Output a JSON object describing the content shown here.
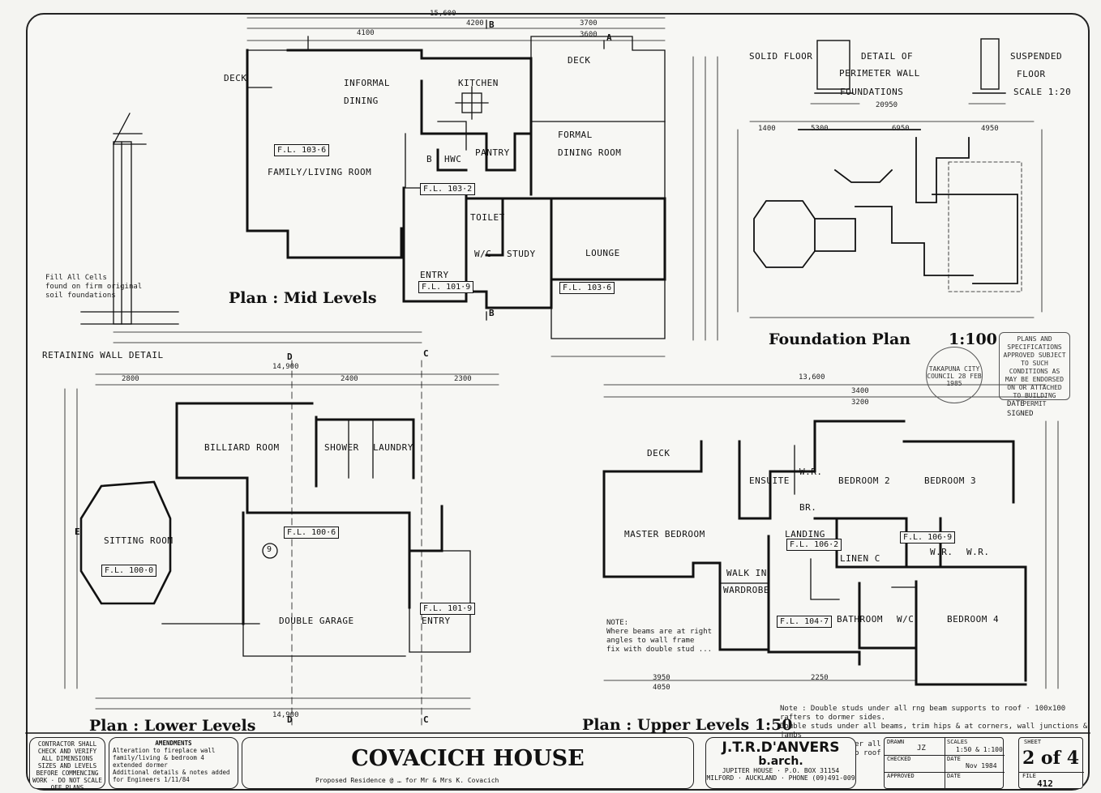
{
  "sheet_title": "COVACICH HOUSE",
  "subtitle": "Proposed Residence @ … for Mr & Mrs K. Covacich",
  "plans": {
    "mid": "Plan : Mid Levels",
    "lower": "Plan : Lower Levels",
    "upper": "Plan : Upper Levels  1:50",
    "foundation": "Foundation  Plan",
    "foundation_scale": "1:100",
    "retaining": "RETAINING WALL DETAIL",
    "solid_floor": "SOLID FLOOR",
    "detail_of": "DETAIL OF",
    "perimeter": "PERIMETER WALL",
    "foundations": "FOUNDATIONS",
    "suspended": "SUSPENDED",
    "floor": "FLOOR",
    "scale120": "SCALE 1:20"
  },
  "rooms_mid": {
    "deck1": "DECK",
    "informal": "INFORMAL",
    "dining": "DINING",
    "kitchen": "KITCHEN",
    "deck2": "DECK",
    "formal": "FORMAL",
    "dining_room": "DINING ROOM",
    "family": "FAMILY/LIVING ROOM",
    "pantry": "PANTRY",
    "hwc": "HWC",
    "b": "B",
    "toilet": "TOILET",
    "wc": "W/C",
    "study": "STUDY",
    "lounge": "LOUNGE",
    "entry": "ENTRY"
  },
  "rooms_lower": {
    "billiard": "BILLIARD ROOM",
    "shower": "SHOWER",
    "laundry": "LAUNDRY",
    "sitting": "SITTING ROOM",
    "garage": "DOUBLE GARAGE",
    "entry": "ENTRY",
    "nine": "9"
  },
  "rooms_upper": {
    "deck": "DECK",
    "ensuite": "ENSUITE",
    "wr1": "W.R.",
    "br": "BR.",
    "bed2": "BEDROOM 2",
    "bed3": "BEDROOM 3",
    "master": "MASTER BEDROOM",
    "landing": "LANDING",
    "linen": "LINEN C",
    "wr2": "W.R.",
    "wr3": "W.R.",
    "walkin": "WALK IN",
    "wardrobe": "WARDROBE",
    "bathroom": "BATHROOM",
    "wc": "W/C",
    "bed4": "BEDROOM 4"
  },
  "levels": {
    "mid_fam": "F.L. 103·6",
    "mid_entry": "F.L. 101·9",
    "mid_lounge": "F.L. 103·6",
    "mid_hall": "F.L. 103·2",
    "low_bill": "F.L. 100·6",
    "low_sit": "F.L. 100·0",
    "low_entry": "F.L. 101·9",
    "up_landing": "F.L. 106·2",
    "up_bed": "F.L. 106·9",
    "up_bath": "F.L. 104·7"
  },
  "dims": {
    "top_total": "15,600",
    "mid_4100": "4100",
    "mid_4200": "4200",
    "mid_3700": "3700",
    "mid_3600": "3600",
    "low_14900": "14,900",
    "low_2800": "2800",
    "low_2400": "2400",
    "low_2300": "2300",
    "up_13600": "13,600",
    "up_3400": "3400",
    "up_3200": "3200",
    "f_20950": "20950",
    "f_1400": "1400",
    "f_5300": "5300",
    "f_6950": "6950",
    "f_4950": "4950",
    "bot_14900": "14,900",
    "bot_3950": "3950",
    "bot_4050": "4050",
    "bot_2250": "2250"
  },
  "notes": {
    "fill_cells": "Fill All Cells\nfound on firm original\nsoil foundations",
    "note_upper": "Note : Double studs under all rng beam supports to roof · 100x100 rafters to dormer sides.\nDouble studs under all beams, trim hips & at corners, wall junctions & jambs\nDouble joists under all load bearing partitions\nProp ring beams to roof until framing complete",
    "note_left": "NOTE:\nWhere beams are at right angles to wall frame\nfix with double stud ..."
  },
  "title_block": {
    "contractor": "CONTRACTOR SHALL CHECK AND VERIFY ALL DIMENSIONS SIZES AND LEVELS BEFORE COMMENCING WORK · DO NOT SCALE OFF PLANS",
    "amendments_label": "AMENDMENTS",
    "amend_1": "Alteration to fireplace wall family/living & bedroom 4 extended dormer",
    "amend_2": "Additional details & notes added for Engineers 1/11/84",
    "firm_name": "J.T.R.D'ANVERS",
    "firm_degree": "b.arch.",
    "firm_addr": "JUPITER  HOUSE · P.O. BOX 31154",
    "firm_addr2": "MILFORD · AUCKLAND · PHONE (09)491-009",
    "drawn_label": "DRAWN",
    "drawn_val": "JZ",
    "checked_label": "CHECKED",
    "approved_label": "APPROVED",
    "scales_label": "SCALES",
    "scales_val": "1:50 & 1:100",
    "date_label": "DATE",
    "date_val": "Nov 1984",
    "date2_label": "DATE",
    "sheet_label": "SHEET",
    "sheet_val": "2 of 4",
    "file_label": "FILE",
    "file_val": "412"
  },
  "stamp": {
    "approved": "PLANS AND SPECIFICATIONS APPROVED SUBJECT TO SUCH CONDITIONS AS MAY BE ENDORSED ON OR ATTACHED TO BUILDING PERMIT",
    "date": "DATE",
    "signed": "SIGNED",
    "council": "TAKAPUNA CITY COUNCIL 28 FEB 1985"
  },
  "line_labels": {
    "b_top": "B",
    "a_top": "A",
    "b_bot": "B",
    "d_top": "D",
    "c_top": "C",
    "d_bot": "D",
    "c_bot": "C",
    "e": "E"
  }
}
